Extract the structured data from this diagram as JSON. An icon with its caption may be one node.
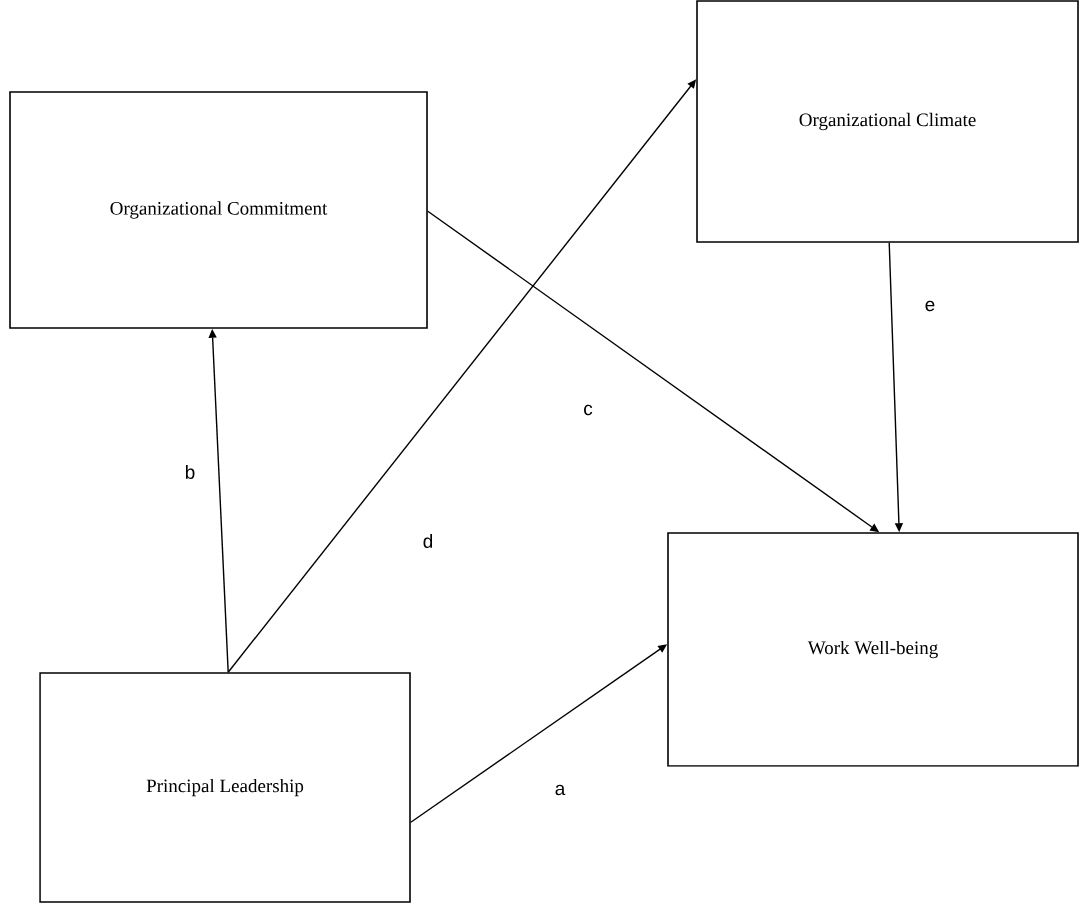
{
  "diagram": {
    "nodes": [
      {
        "text": [
          "Organizational Commitment"
        ]
      },
      {
        "text": [
          "Organizational Climate"
        ]
      },
      {
        "text": [
          "Work Well-being"
        ]
      },
      {
        "text": [
          "Principal Leadership"
        ]
      }
    ],
    "edges": [
      {
        "from": 3,
        "to": 0,
        "arrow": "to",
        "label": "b"
      },
      {
        "from": 3,
        "to": 1,
        "arrow": "to",
        "label": "d"
      },
      {
        "from": 0,
        "to": 2,
        "arrow": "to",
        "label": "c"
      },
      {
        "from": 1,
        "to": 2,
        "arrow": "to",
        "label": "e"
      },
      {
        "from": 3,
        "to": 2,
        "arrow": "to",
        "label": "a"
      }
    ]
  }
}
